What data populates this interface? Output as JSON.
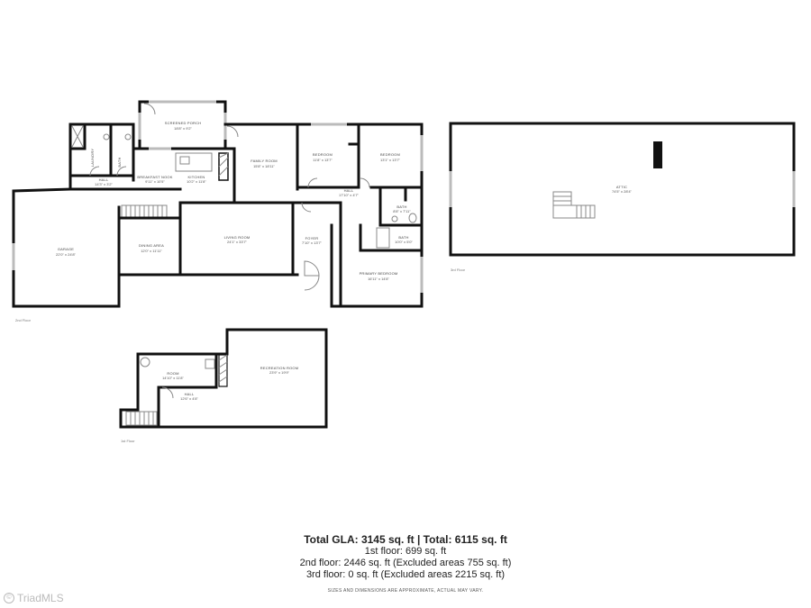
{
  "floors": {
    "second": {
      "label": "2nd Floor",
      "rooms": [
        {
          "name": "SCREENED PORCH",
          "dims": "18'8\" x 9'2\""
        },
        {
          "name": "HALL",
          "dims": "14'3\" x 3'2\""
        },
        {
          "name": "BREAKFAST NOOK",
          "dims": "9'11\" x 10'5\""
        },
        {
          "name": "KITCHEN",
          "dims": "10'2\" x 11'8\""
        },
        {
          "name": "FAMILY ROOM",
          "dims": "15'8\" x 18'11\""
        },
        {
          "name": "BEDROOM",
          "dims": "11'8\" x 13'7\""
        },
        {
          "name": "BEDROOM",
          "dims": "13'1\" x 13'7\""
        },
        {
          "name": "HALL",
          "dims": "17'10\" x 4'7\""
        },
        {
          "name": "BATH",
          "dims": "8'8\" x 7'11\""
        },
        {
          "name": "BATH",
          "dims": "10'0\" x 5'0\""
        },
        {
          "name": "GARAGE",
          "dims": "22'0\" x 24'8\""
        },
        {
          "name": "DINING AREA",
          "dims": "12'0\" x 11'11\""
        },
        {
          "name": "LIVING ROOM",
          "dims": "24'1\" x 33'7\""
        },
        {
          "name": "FOYER",
          "dims": "7'10\" x 13'7\""
        },
        {
          "name": "PRIMARY BEDROOM",
          "dims": "16'11\" x 14'8\""
        },
        {
          "name": "LAUNDRY",
          "dims": ""
        },
        {
          "name": "BATH",
          "dims": ""
        }
      ]
    },
    "third": {
      "label": "3rd Floor",
      "rooms": [
        {
          "name": "ATTIC",
          "dims": "74'5\" x 28'4\""
        }
      ]
    },
    "first": {
      "label": "1st Floor",
      "rooms": [
        {
          "name": "ROOM",
          "dims": "14'10\" x 11'8\""
        },
        {
          "name": "RECREATION ROOM",
          "dims": "23'9\" x 19'9\""
        },
        {
          "name": "HALL",
          "dims": "12'6\" x 4'8\""
        }
      ]
    }
  },
  "summary": {
    "title": "Total GLA: 3145 sq. ft | Total: 6115 sq. ft",
    "first_floor": "1st floor: 699 sq. ft",
    "second_floor": "2nd floor: 2446 sq. ft (Excluded areas 755 sq. ft)",
    "third_floor": "3rd floor: 0 sq. ft (Excluded areas 2215 sq. ft)",
    "disclaimer": "SIZES AND DIMENSIONS ARE APPROXIMATE, ACTUAL MAY VARY."
  },
  "watermark": {
    "icon": "copyright-icon",
    "icon_glyph": "©",
    "text": "TriadMLS"
  }
}
